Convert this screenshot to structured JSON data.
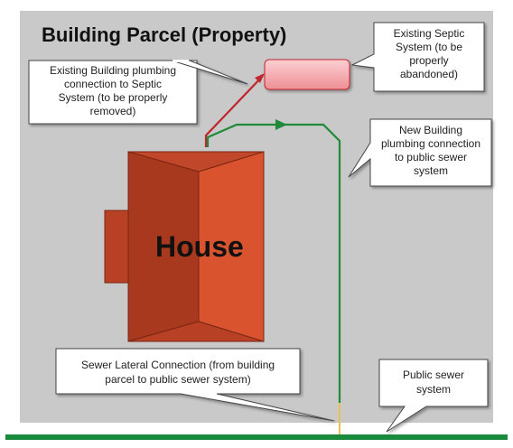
{
  "title": "Building Parcel (Property)",
  "house_label": "House",
  "callouts": {
    "existing_plumbing": [
      "Existing Building plumbing",
      "connection to Septic",
      "System (to be properly",
      "removed)"
    ],
    "septic": [
      "Existing Septic",
      "System (to be",
      "properly",
      "abandoned)"
    ],
    "new_plumbing": [
      "New Building",
      "plumbing connection",
      "to public sewer",
      "system"
    ],
    "lateral": [
      "Sewer Lateral Connection (from building",
      "parcel to public sewer system)"
    ],
    "public_sewer": [
      "Public sewer",
      "system"
    ]
  },
  "colors": {
    "parcel_bg": "#c9c9c9",
    "house_roof_left": "#a8381e",
    "house_roof_right": "#d9532f",
    "house_roof_top": "#c1472a",
    "house_roof_bottom": "#b84125",
    "septic_fill": "#f4a3a8",
    "old_pipe": "#c0272d",
    "new_pipe": "#1f8a3a",
    "sewer_main": "#1a8a3c",
    "lateral": "#e8c24a"
  }
}
